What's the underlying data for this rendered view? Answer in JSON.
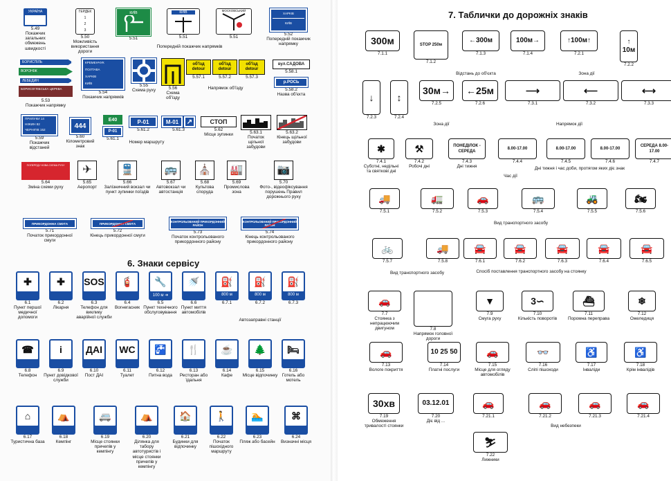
{
  "left": {
    "row1": [
      {
        "num": "5.49",
        "cap": "Покажчик загальних обмежень швидкості",
        "sign": "УКРАЇНА"
      },
      {
        "num": "5.50",
        "cap": "Можливість використання дороги",
        "sign": "ГЕРДЕК"
      },
      {
        "num": "5.51",
        "cap": "",
        "sign": "КИЇВ"
      },
      {
        "num": "5.51",
        "cap": "",
        "sign": "КИЇВ"
      },
      {
        "num": "5.51",
        "cap": "",
        "sign": "МОСКОВСЬКИЙ"
      },
      {
        "num": "5.52",
        "cap": "Попередній покажчик напрямку",
        "sign": "ХАРКІВ"
      }
    ],
    "group_551": "Попередній покажчик напрямків",
    "row2_left": [
      {
        "num": "5.53",
        "cap": "Покажчик напрямку",
        "lines": [
          "БОРИСПІЛЬ",
          "ВОРОНІЖ",
          "ЛЕБЕДИН",
          "БОРИСОГЛІБСЬКА ЦЕРКВА"
        ]
      },
      {
        "num": "5.54",
        "cap": "Покажчик напрямків",
        "lines": [
          "КРЕМЕНЧУК",
          "ПОЛТАВА",
          "ХАРКІВ",
          "КИЇВ"
        ]
      }
    ],
    "row2": [
      {
        "num": "5.55",
        "cap": "Схема руху"
      },
      {
        "num": "5.56",
        "cap": "Схема об'їзду"
      },
      {
        "num": "5.57.1",
        "sign": "об'їзд detour"
      },
      {
        "num": "5.57.2",
        "sign": "об'їзд detour"
      },
      {
        "num": "5.57.3",
        "sign": "об'їзд detour"
      },
      {
        "num": "5.58.1",
        "sign": "вул.САДОВА"
      },
      {
        "num": "5.58.2",
        "sign": "р.РОСЬ"
      }
    ],
    "group_557": "Напрямок об'їзду",
    "group_558": "Назва об'єкта",
    "row3": [
      {
        "num": "5.59",
        "cap": "Покажчик відстаней",
        "lines": [
          "ПРИЛУКИ 14",
          "НІЖИН 82",
          "ЧЕРНІГІВ 152"
        ]
      },
      {
        "num": "5.60",
        "cap": "Кілометровий знак",
        "sign": "444"
      },
      {
        "num": "5.61.1",
        "sign": "E40"
      },
      {
        "num": "5.61.2",
        "sign": "P-01"
      },
      {
        "num": "5.61.3",
        "sign": "M-01"
      },
      {
        "num": "5.62",
        "cap": "Місце зупинки",
        "sign": "СТОП"
      },
      {
        "num": "5.63.1",
        "cap": "Початок щільної забудови"
      },
      {
        "num": "5.63.2",
        "cap": "Кінець щільної забудови"
      }
    ],
    "group_561": "Номер маршруту",
    "row4": [
      {
        "num": "5.64",
        "cap": "Зміна схеми руху"
      },
      {
        "num": "5.65",
        "cap": "Аеропорт"
      },
      {
        "num": "5.66",
        "cap": "Залізничний вокзал чи пункт зупинки поїздів"
      },
      {
        "num": "5.67",
        "cap": "Автовокзал чи автостанція"
      },
      {
        "num": "5.68",
        "cap": "Культова споруда"
      },
      {
        "num": "5.69",
        "cap": "Промислова зона"
      },
      {
        "num": "5.70",
        "cap": "Фото-, відеофіксування порушень Правил дорожнього руху"
      }
    ],
    "row5": [
      {
        "num": "5.71",
        "cap": "Початок прикордонної смуги",
        "sign": "ПРИКОРДОННА СМУГА"
      },
      {
        "num": "5.72",
        "cap": "Кінець прикордонної смуги",
        "sign": "ПРИКОРДОННА СМУГА"
      },
      {
        "num": "5.73",
        "cap": "Початок контрольованого прикордонного району",
        "sign": "КОНТРОЛЬОВАНИЙ ПРИКОРДОННИЙ РАЙОН"
      },
      {
        "num": "5.74",
        "cap": "Кінець контрольованого прикордонного району",
        "sign": "КОНТРОЛЬОВАНИЙ ПРИКОРДОННИЙ РАЙОН"
      }
    ],
    "section6": "6. Знаки сервісу",
    "svc1": [
      {
        "num": "6.1",
        "cap": "Пункт першої медичної допомоги",
        "icon": "✚"
      },
      {
        "num": "6.2",
        "cap": "Лікарня",
        "icon": "✚"
      },
      {
        "num": "6.3",
        "cap": "Телефон для виклику аварійної служби",
        "icon": "SOS"
      },
      {
        "num": "6.4",
        "cap": "Вогнегасник",
        "icon": "🧯"
      },
      {
        "num": "6.5",
        "cap": "Пункт технічного обслуговування",
        "icon": "🔧",
        "bt": "100 м ➔"
      },
      {
        "num": "6.6",
        "cap": "Пункт миття автомобілів",
        "icon": "🚿"
      },
      {
        "num": "6.7.1",
        "icon": "⛽",
        "bt": "800 м"
      },
      {
        "num": "6.7.2",
        "icon": "⛽",
        "bt": "800 м"
      },
      {
        "num": "6.7.3",
        "icon": "⛽",
        "bt": "800 м"
      }
    ],
    "group_67": "Автозаправні станції",
    "svc2": [
      {
        "num": "6.8",
        "cap": "Телефон",
        "icon": "☎"
      },
      {
        "num": "6.9",
        "cap": "Пункт довідкової служби",
        "icon": "i"
      },
      {
        "num": "6.10",
        "cap": "Пост ДАІ",
        "icon": "ДАІ"
      },
      {
        "num": "6.11",
        "cap": "Туалет",
        "icon": "WC"
      },
      {
        "num": "6.12",
        "cap": "Питна вода",
        "icon": "🚰"
      },
      {
        "num": "6.13",
        "cap": "Ресторан або їдальня",
        "icon": "🍴"
      },
      {
        "num": "6.14",
        "cap": "Кафе",
        "icon": "☕"
      },
      {
        "num": "6.15",
        "cap": "Місце відпочинку",
        "icon": "🌲"
      },
      {
        "num": "6.16",
        "cap": "Готель або мотель",
        "icon": "🛏"
      }
    ],
    "svc3": [
      {
        "num": "6.17",
        "cap": "Туристична база",
        "icon": "⌂"
      },
      {
        "num": "6.18",
        "cap": "Кемпінг",
        "icon": "⛺"
      },
      {
        "num": "6.19",
        "cap": "Місце стоянки причепів у кемпінгу",
        "icon": "🚐"
      },
      {
        "num": "6.20",
        "cap": "Ділянка для табору автотуристів і місце стоянки причепів у кемпінгу",
        "icon": "⛺"
      },
      {
        "num": "6.21",
        "cap": "Будинки для відпочинку",
        "icon": "🏠"
      },
      {
        "num": "6.22",
        "cap": "Початок пішохідного маршруту",
        "icon": "🚶"
      },
      {
        "num": "6.23",
        "cap": "Пляж або басейн",
        "icon": "🏊"
      },
      {
        "num": "6.24",
        "cap": "Визначні місця",
        "icon": "⌘"
      }
    ]
  },
  "right": {
    "section7": "7. Таблички до дорожніх знаків",
    "r1": [
      {
        "num": "7.1.1",
        "text": "300м"
      },
      {
        "num": "7.1.2",
        "text": "STOP 250м"
      },
      {
        "num": "7.1.3",
        "text": "←300м"
      },
      {
        "num": "7.1.4",
        "text": "100м→"
      },
      {
        "num": "7.2.1",
        "text": "↑100м↑"
      },
      {
        "num": "7.2.2",
        "text": "↑ 10м"
      }
    ],
    "cap_71": "Відстань до об'єкта",
    "cap_72": "Зона дії",
    "r2": [
      {
        "num": "7.2.3",
        "text": "↓"
      },
      {
        "num": "7.2.4",
        "text": "↕"
      },
      {
        "num": "7.2.5",
        "text": "30м→"
      },
      {
        "num": "7.2.6",
        "text": "←25м"
      },
      {
        "num": "7.3.1",
        "text": "⟶"
      },
      {
        "num": "7.3.2",
        "text": "⟵"
      },
      {
        "num": "7.3.3",
        "text": "⟷"
      }
    ],
    "cap_725": "Зона дії",
    "cap_73": "Напрямок дії",
    "r3": [
      {
        "num": "7.4.1",
        "cap": "Суботні, недільні та святкові дні",
        "text": "✱"
      },
      {
        "num": "7.4.2",
        "cap": "Робочі дні",
        "text": "⚒"
      },
      {
        "num": "7.4.3",
        "cap": "Дні тижня",
        "text": "ПОНЕДІЛОК - СЕРЕДА"
      },
      {
        "num": "7.4.4",
        "text": "8.00-17.00"
      },
      {
        "num": "7.4.5",
        "text": "8.00-17.00"
      },
      {
        "num": "7.4.6",
        "text": "8.00-17.00"
      },
      {
        "num": "7.4.7",
        "text": "СЕРЕДА 8.00-17.00"
      }
    ],
    "cap_744": "Час дії",
    "cap_745": "Дні тижня і час доби, протягом яких діє знак",
    "r4": [
      {
        "num": "7.5.1",
        "text": "🚚"
      },
      {
        "num": "7.5.2",
        "text": "🚛"
      },
      {
        "num": "7.5.3",
        "text": "🚗"
      },
      {
        "num": "7.5.4",
        "text": "🚌"
      },
      {
        "num": "7.5.5",
        "text": "🚜"
      },
      {
        "num": "7.5.6",
        "text": "🏍"
      }
    ],
    "cap_75": "Вид транспортного засобу",
    "r5": [
      {
        "num": "7.5.7",
        "text": "🚲"
      },
      {
        "num": "7.5.8",
        "text": "🚚"
      },
      {
        "num": "7.6.1",
        "text": "🚘"
      },
      {
        "num": "7.6.2",
        "text": "🚘"
      },
      {
        "num": "7.6.3",
        "text": "🚘"
      },
      {
        "num": "7.6.4",
        "text": "🚘"
      },
      {
        "num": "7.6.5",
        "text": "🚘"
      }
    ],
    "cap_757": "Вид транспортного засобу",
    "cap_76": "Спосіб поставлення транспортного засобу на стоянку",
    "r6": [
      {
        "num": "7.7",
        "cap": "Стоянка з непрацюючим двигуном",
        "text": "🚗"
      },
      {
        "num": "7.8",
        "cap": "Напрямок головної дороги",
        "text": ""
      },
      {
        "num": "7.9",
        "cap": "Смуга руху",
        "text": "▼"
      },
      {
        "num": "7.10",
        "cap": "Кількість поворотів",
        "text": "3∽"
      },
      {
        "num": "7.11",
        "cap": "Поромна переправа",
        "text": "⛴"
      },
      {
        "num": "7.12",
        "cap": "Ожеледиця",
        "text": "❄"
      }
    ],
    "r7": [
      {
        "num": "7.13",
        "cap": "Вологе покриття",
        "text": "🚗"
      },
      {
        "num": "7.14",
        "cap": "Платні послуги",
        "text": "10 25 50"
      },
      {
        "num": "7.15",
        "cap": "Місце для огляду автомобілів",
        "text": "🚗"
      },
      {
        "num": "7.16",
        "cap": "Сліпі пішоходи",
        "text": "👓"
      },
      {
        "num": "7.17",
        "cap": "Інваліди",
        "text": "♿"
      },
      {
        "num": "7.18",
        "cap": "Крім інвалідів",
        "text": "♿"
      }
    ],
    "r8": [
      {
        "num": "7.19",
        "cap": "Обмеження тривалості стоянки",
        "text": "30хв"
      },
      {
        "num": "7.20",
        "cap": "Діє від ...",
        "text": "03.12.01"
      },
      {
        "num": "7.21.1",
        "text": "🚗"
      },
      {
        "num": "7.21.2",
        "text": "🚗"
      },
      {
        "num": "7.21.3",
        "text": "🚗"
      },
      {
        "num": "7.21.4",
        "text": "🚗"
      }
    ],
    "cap_721": "Вид небезпеки",
    "r9": [
      {
        "num": "7.22",
        "cap": "Лижники",
        "text": "⛷"
      }
    ]
  }
}
